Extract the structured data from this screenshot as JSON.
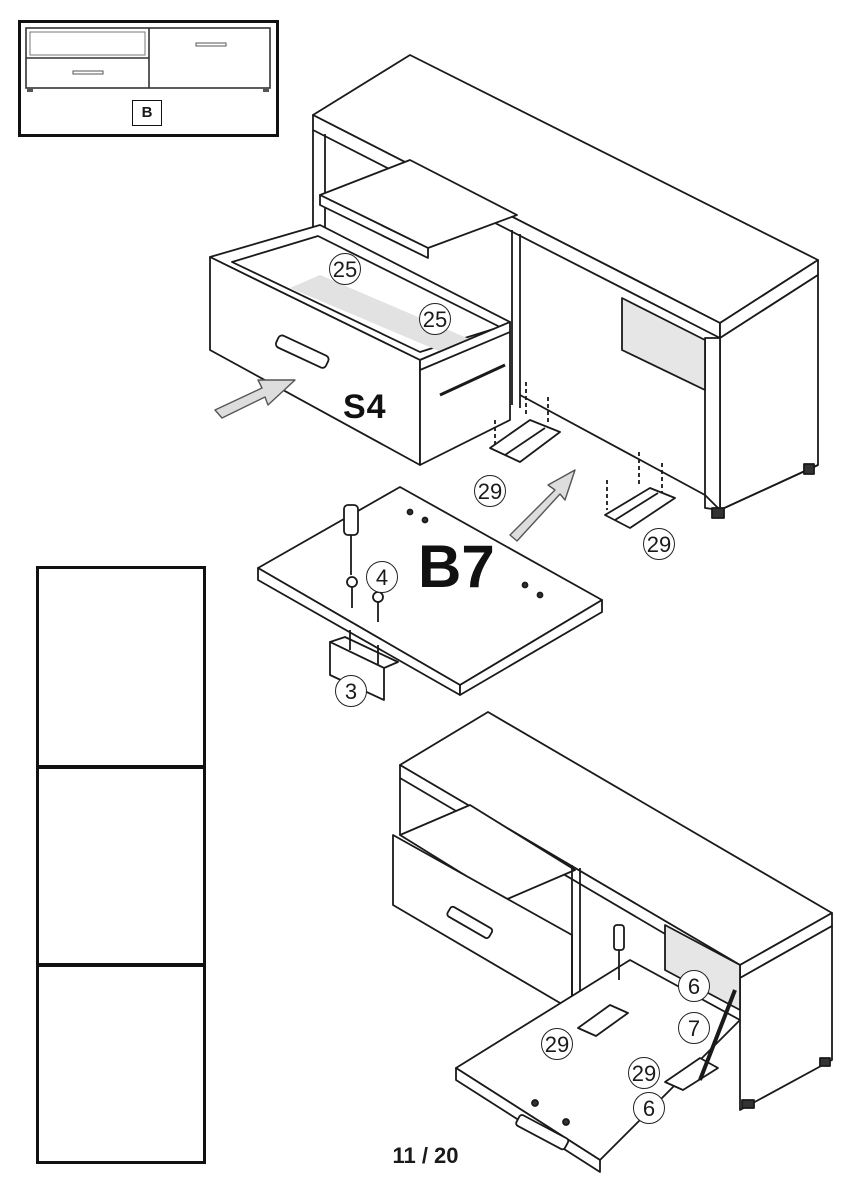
{
  "overview": {
    "section_label": "B"
  },
  "parts": {
    "drawer": "S4",
    "door": "B7"
  },
  "callouts": {
    "c25a": "25",
    "c25b": "25",
    "c29a": "29",
    "c29b": "29",
    "c4": "4",
    "c3": "3",
    "c6a": "6",
    "c7": "7",
    "c29c": "29",
    "c29d": "29",
    "c6b": "6"
  },
  "footer": {
    "page_number": "11 / 20"
  }
}
